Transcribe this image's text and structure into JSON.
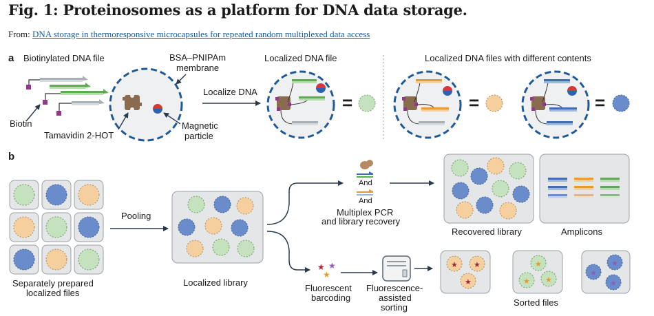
{
  "figure": {
    "title": "Fig. 1: Proteinosomes as a platform for DNA data storage.",
    "from_label": "From:",
    "from_link": "DNA storage in thermoresponsive microcapsules for repeated random multiplexed data access"
  },
  "panel_a": {
    "letter": "a",
    "biotinylated_dna_file": "Biotinylated DNA file",
    "membrane_1": "BSA–PNIPAm",
    "membrane_2": "membrane",
    "biotin": "Biotin",
    "tamavidin": "Tamavidin 2-HOT",
    "magnetic_1": "Magnetic",
    "magnetic_2": "particle",
    "localize_dna": "Localize DNA",
    "localized_dna_file": "Localized DNA file",
    "localized_files_different": "Localized DNA files with different contents",
    "equals": "="
  },
  "panel_b": {
    "letter": "b",
    "separately_1": "Separately prepared",
    "separately_2": "localized files",
    "pooling": "Pooling",
    "localized_library": "Localized library",
    "and_1": "And",
    "and_2": "And",
    "multiplex_1": "Multiplex PCR",
    "multiplex_2": "and library recovery",
    "recovered_library": "Recovered library",
    "amplicons": "Amplicons",
    "fluorescent_1": "Fluorescent",
    "fluorescent_2": "barcoding",
    "fas_1": "Fluorescence-",
    "fas_2": "assisted",
    "fas_3": "sorting",
    "sorted_files": "Sorted files"
  },
  "colors": {
    "green": "#c4e2bd",
    "blue": "#6a8ccb",
    "orange": "#f6cf9f",
    "membrane": "#1f5a96",
    "tamavidin": "#8a6b4f",
    "biotin": "#8d3b85"
  }
}
